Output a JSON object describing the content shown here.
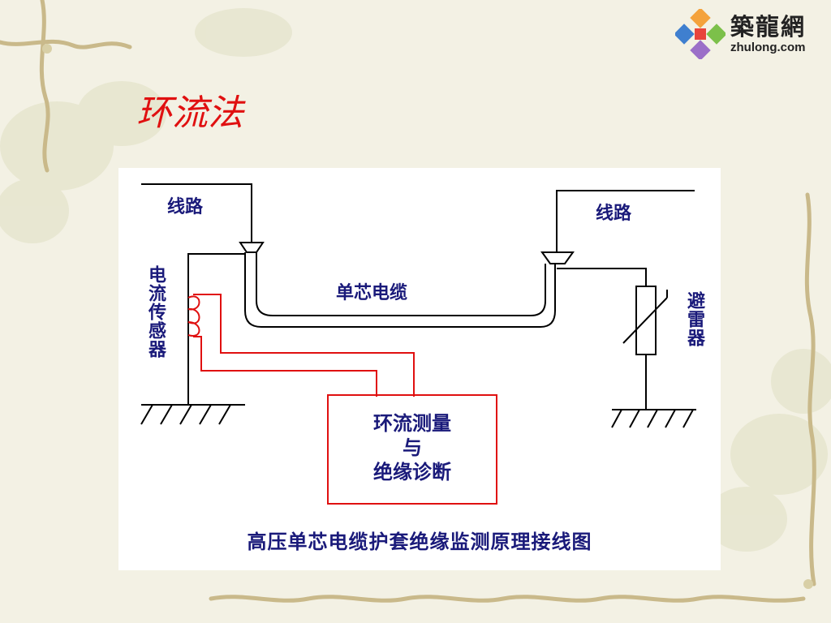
{
  "slide": {
    "title": "环流法"
  },
  "logo": {
    "name_cn": "築龍網",
    "name_en": "zhulong.com"
  },
  "diagram": {
    "line_left": "线路",
    "line_right": "线路",
    "cable": "单芯电缆",
    "sensor": "电流传感器",
    "arrester": "避雷器",
    "box_lines": [
      "环流测量",
      "与",
      "绝缘诊断"
    ],
    "caption": "高压单芯电缆护套绝缘监测原理接线图"
  },
  "colors": {
    "title": "#e01010",
    "label_text": "#1a1a7a",
    "wire": "#000000",
    "sensor_wire": "#e01010",
    "background": "#f3f1e4",
    "panel": "#ffffff"
  }
}
